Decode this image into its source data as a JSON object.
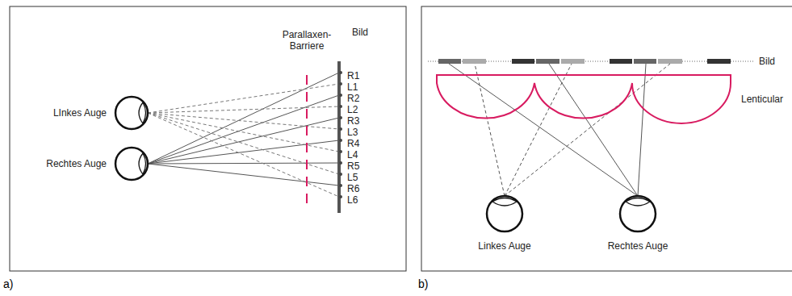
{
  "diagram": {
    "labels": [
      "Parallaxen- Barriere",
      "Bild",
      "R1",
      "L1",
      "R2",
      "L2",
      "R3",
      "L3",
      "R4",
      "L4",
      "R5",
      "L5",
      "R6",
      "L6",
      "LInkes Auge",
      "Rechtes Auge",
      "Bild",
      "Lenticular",
      "Linkes Auge",
      "Rechtes Auge",
      "a)",
      "b)"
    ]
  }
}
